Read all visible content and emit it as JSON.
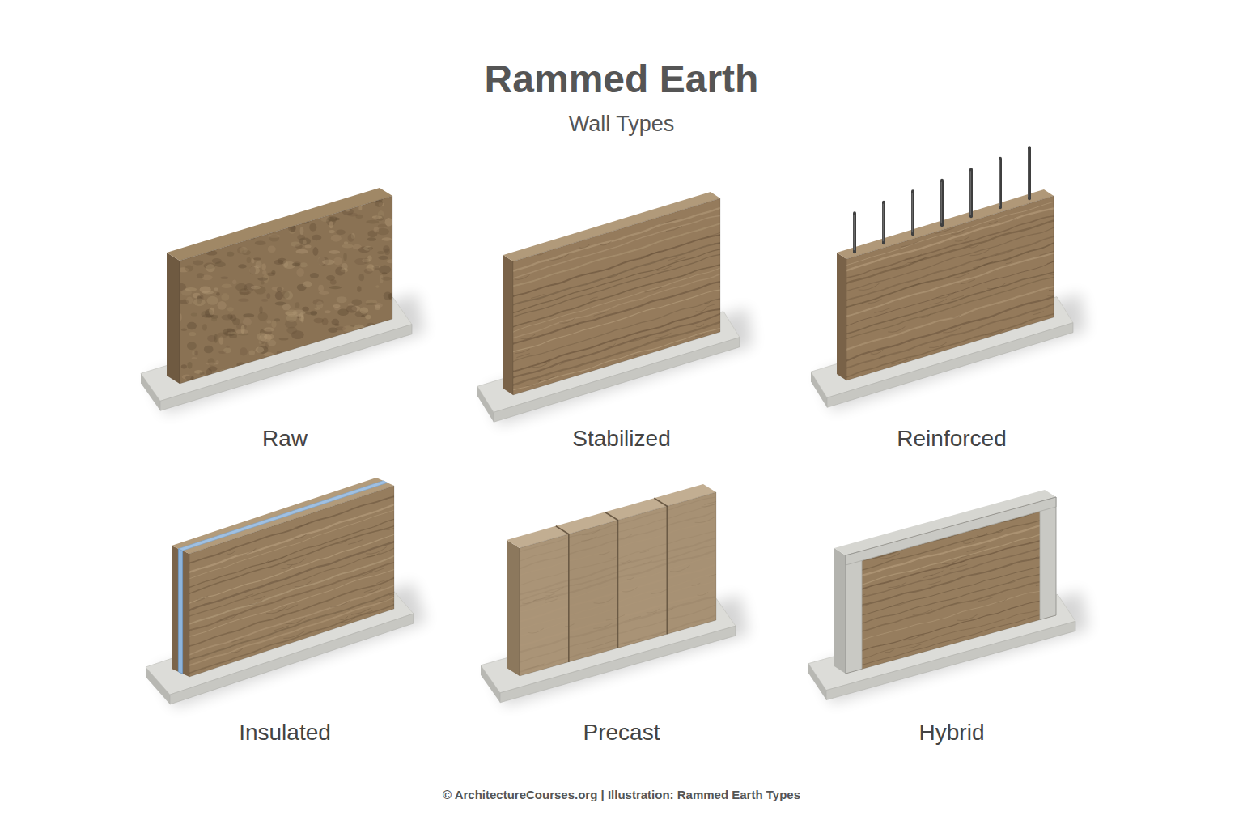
{
  "diagram": {
    "title": "Rammed Earth",
    "caption": "© ArchitectureCourses.org | Illustration: Rammed Earth Types",
    "labels": [
      "Wall Types",
      "Raw",
      "Stabilized",
      "Reinforced",
      "Insulated",
      "Precast",
      "Hybrid"
    ]
  }
}
